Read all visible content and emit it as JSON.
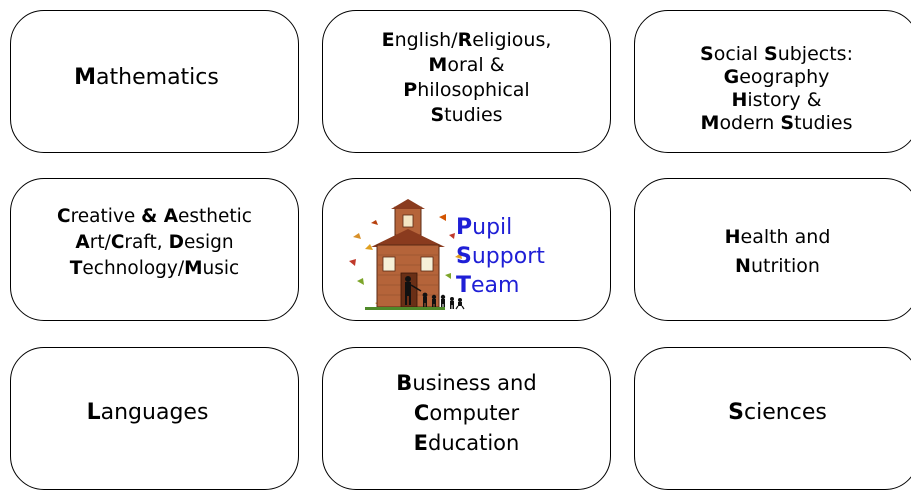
{
  "boxes": {
    "math": [
      {
        "initial": "M",
        "rest": "athematics"
      }
    ],
    "erms": [
      {
        "initial": "E",
        "rest": "nglish/",
        "initial2": "R",
        "rest2": "eligious,"
      },
      {
        "initial": "M",
        "rest": "oral &"
      },
      {
        "initial": "P",
        "rest": "hilosophical"
      },
      {
        "initial": "S",
        "rest": "tudies"
      }
    ],
    "social": [
      {
        "initial": "S",
        "rest": "ocial ",
        "initial2": "S",
        "rest2": "ubjects:"
      },
      {
        "initial": "G",
        "rest": "eography"
      },
      {
        "initial": "H",
        "rest": "istory &"
      },
      {
        "initial": "M",
        "rest": "odern ",
        "initial2": "S",
        "rest2": "tudies"
      }
    ],
    "creative": [
      {
        "initial": "C",
        "rest": "reative ",
        "initial2": "& A",
        "rest2": "esthetic"
      },
      {
        "initial": "A",
        "rest": "rt/",
        "initial2": "C",
        "rest2": "raft, ",
        "initial3": "D",
        "rest3": "esign"
      },
      {
        "initial": "T",
        "rest": "echnology/",
        "initial2": "M",
        "rest2": "usic"
      }
    ],
    "pst": [
      {
        "initial": "P",
        "rest": "upil"
      },
      {
        "initial": "S",
        "rest": "upport"
      },
      {
        "initial": "T",
        "rest": "eam"
      }
    ],
    "health": [
      {
        "initial": "H",
        "rest": "ealth and"
      },
      {
        "initial": "N",
        "rest": "utrition"
      }
    ],
    "lang": [
      {
        "initial": "L",
        "rest": "anguages"
      }
    ],
    "bce": [
      {
        "initial": "B",
        "rest": "usiness and"
      },
      {
        "initial": "C",
        "rest": "omputer"
      },
      {
        "initial": "E",
        "rest": "ducation"
      }
    ],
    "sci": [
      {
        "initial": "S",
        "rest": "ciences"
      }
    ]
  },
  "colors": {
    "border": "#000000",
    "pst_text": "#1f1fd6",
    "schoolhouse_brick": "#b5643a",
    "roof": "#8a3b1e"
  },
  "icons": {
    "pst_illustration": "schoolhouse-with-children-icon"
  }
}
